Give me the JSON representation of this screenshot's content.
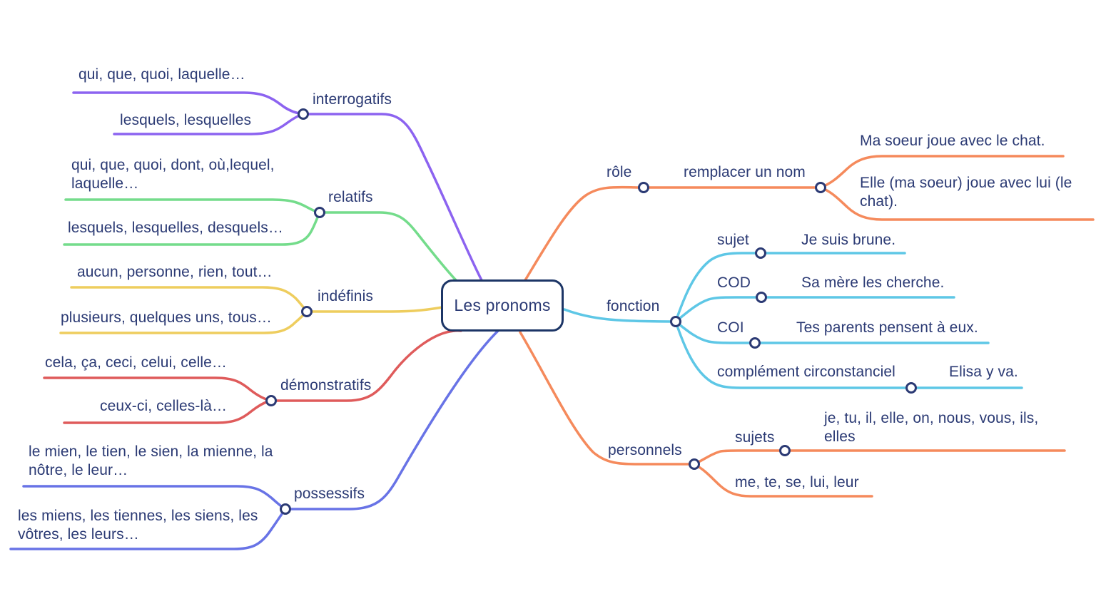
{
  "title": "Les pronoms",
  "colors": {
    "navy": "#2b3a74",
    "box_border": "#1c3566",
    "purple": "#8c63f0",
    "green": "#74dc8b",
    "yellow": "#eecd5e",
    "red": "#df5b5b",
    "blue": "#6873e6",
    "orange": "#f58a5c",
    "cyan": "#5ec7e6",
    "node_fill": "#ffffff",
    "background": "#ffffff"
  },
  "left_branches": [
    {
      "label": "interrogatifs",
      "items": [
        "qui, que, quoi, laquelle…",
        "lesquels, lesquelles"
      ]
    },
    {
      "label": "relatifs",
      "items": [
        "qui, que, quoi, dont, où,lequel, laquelle…",
        "lesquels, lesquelles, desquels…"
      ]
    },
    {
      "label": "indéfinis",
      "items": [
        "aucun, personne, rien, tout…",
        "plusieurs, quelques uns, tous…"
      ]
    },
    {
      "label": "démonstratifs",
      "items": [
        "cela, ça, ceci, celui, celle…",
        "ceux-ci, celles-là…"
      ]
    },
    {
      "label": "possessifs",
      "items": [
        "le mien, le tien, le sien, la mienne, la nôtre, le leur…",
        "les miens, les tiennes, les siens, les vôtres, les leurs…"
      ]
    }
  ],
  "right": {
    "role": {
      "label": "rôle",
      "sub": "remplacer un nom",
      "examples": [
        "Ma soeur joue avec le chat.",
        "Elle (ma soeur) joue avec lui (le chat)."
      ]
    },
    "fonction": {
      "label": "fonction",
      "children": [
        {
          "label": "sujet",
          "example": "Je suis brune."
        },
        {
          "label": "COD",
          "example": "Sa mère les cherche."
        },
        {
          "label": "COI",
          "example": "Tes parents pensent à eux."
        },
        {
          "label": "complément circonstanciel",
          "example": "Elisa y va."
        }
      ]
    },
    "personnels": {
      "label": "personnels",
      "children": [
        {
          "label": "sujets",
          "example": "je, tu, il, elle, on, nous, vous, ils, elles"
        },
        {
          "label": "",
          "example": "me, te, se, lui, leur"
        }
      ]
    }
  }
}
